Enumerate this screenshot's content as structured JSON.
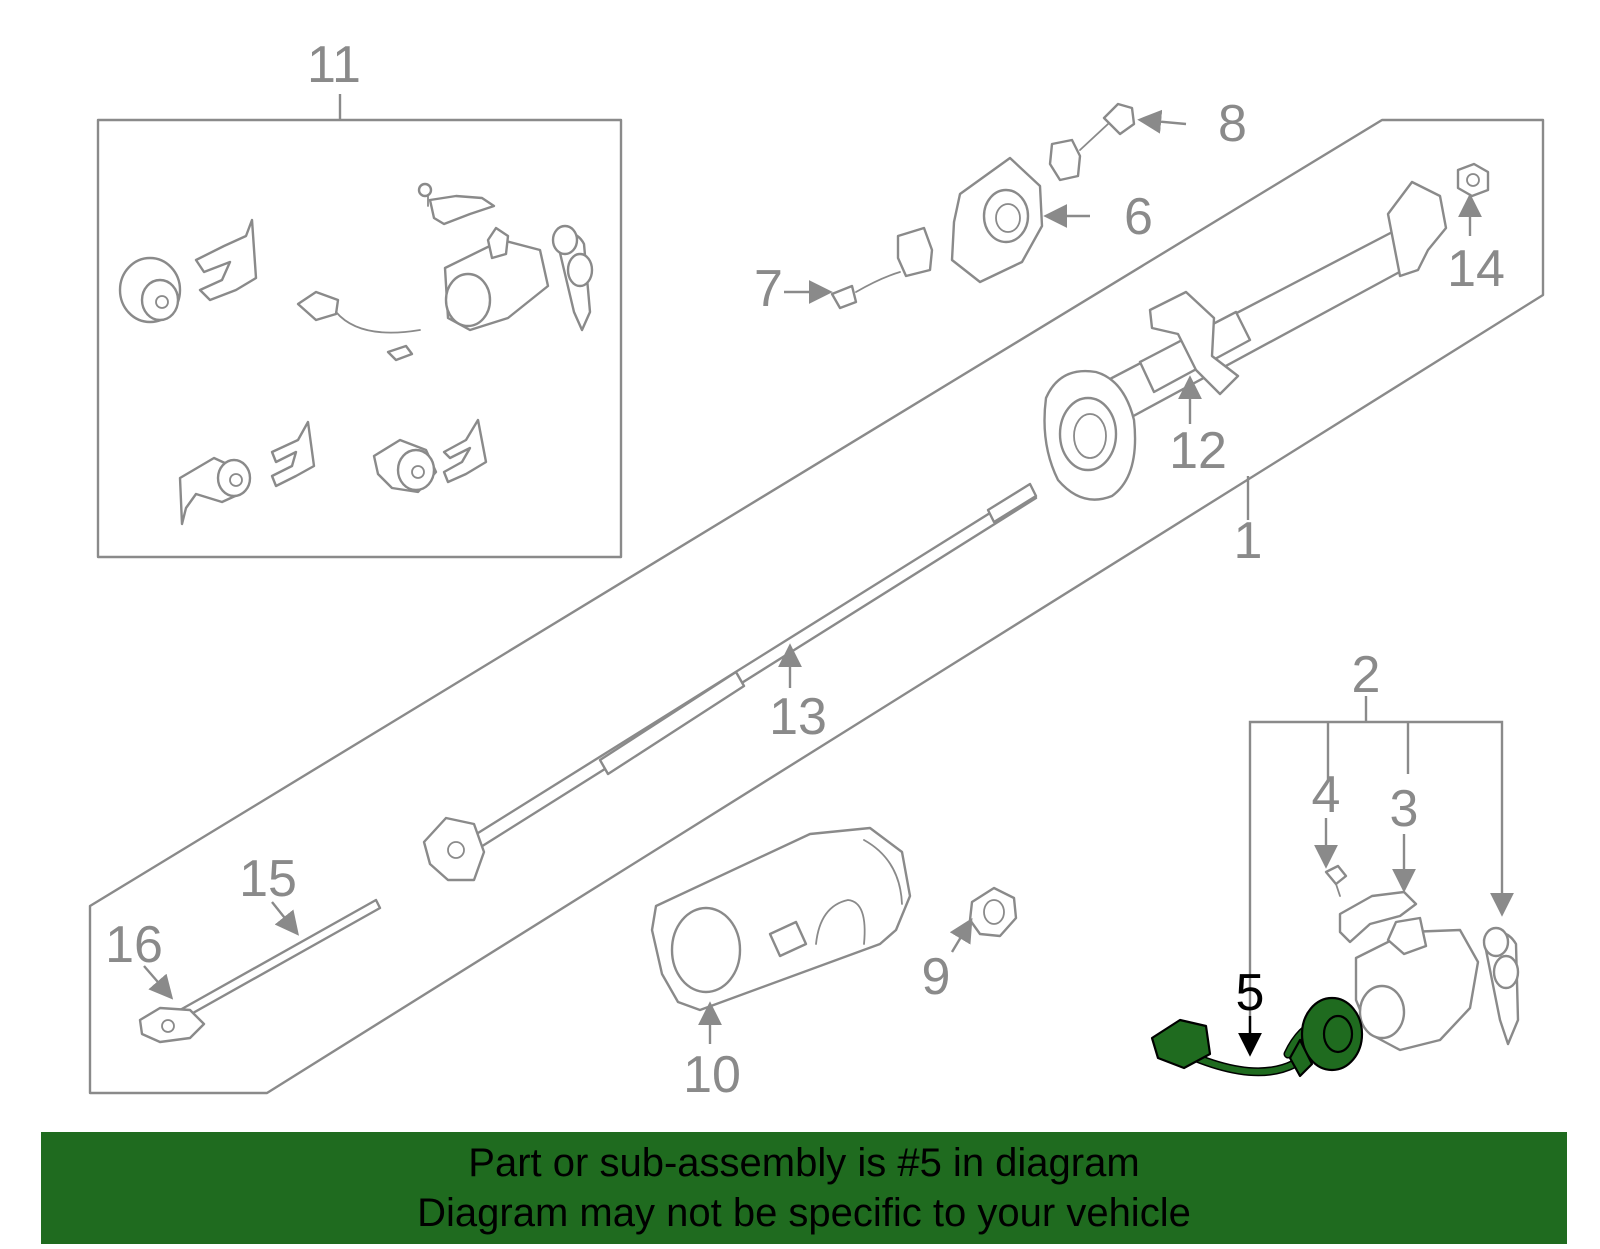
{
  "callouts": {
    "c1": "1",
    "c2": "2",
    "c3": "3",
    "c4": "4",
    "c5": "5",
    "c6": "6",
    "c7": "7",
    "c8": "8",
    "c9": "9",
    "c10": "10",
    "c11": "11",
    "c12": "12",
    "c13": "13",
    "c14": "14",
    "c15": "15",
    "c16": "16"
  },
  "highlighted_part": "5",
  "banner": {
    "line1": "Part or sub-assembly is #5 in diagram",
    "line2": "Diagram may not be specific to your vehicle"
  },
  "colors": {
    "highlight": "#1f6b1f",
    "outline": "#8a8a8a",
    "panel_fill": "#f7f7f7",
    "background": "#ffffff"
  }
}
